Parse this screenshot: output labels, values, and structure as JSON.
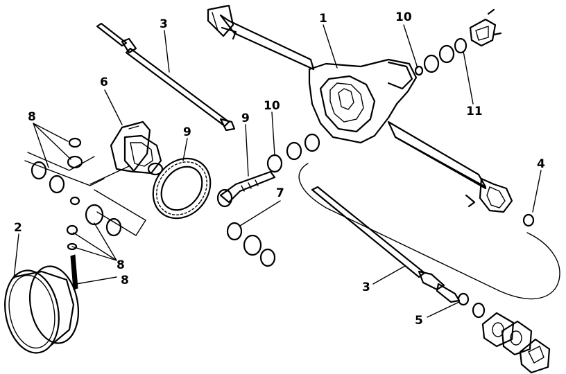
{
  "diagram": {
    "callouts": {
      "c1": "1",
      "c2": "2",
      "c3a": "3",
      "c3b": "3",
      "c4": "4",
      "c5": "5",
      "c6": "6",
      "c7": "7",
      "c8a": "8",
      "c8b": "8",
      "c8c": "8",
      "c9a": "9",
      "c9b": "9",
      "c10a": "10",
      "c10b": "10",
      "c11": "11"
    }
  },
  "colors": {
    "ink": "#000000",
    "paper": "#ffffff"
  },
  "icons": {
    "axle_housing": "axle-housing-icon",
    "axle_shaft": "axle-shaft-icon",
    "ring_gear": "ring-gear-icon",
    "pinion_gear": "pinion-gear-icon",
    "differential_case": "differential-case-icon",
    "cover_gasket": "cover-gasket-icon",
    "bearing": "bearing-icon",
    "flange": "flange-icon"
  }
}
